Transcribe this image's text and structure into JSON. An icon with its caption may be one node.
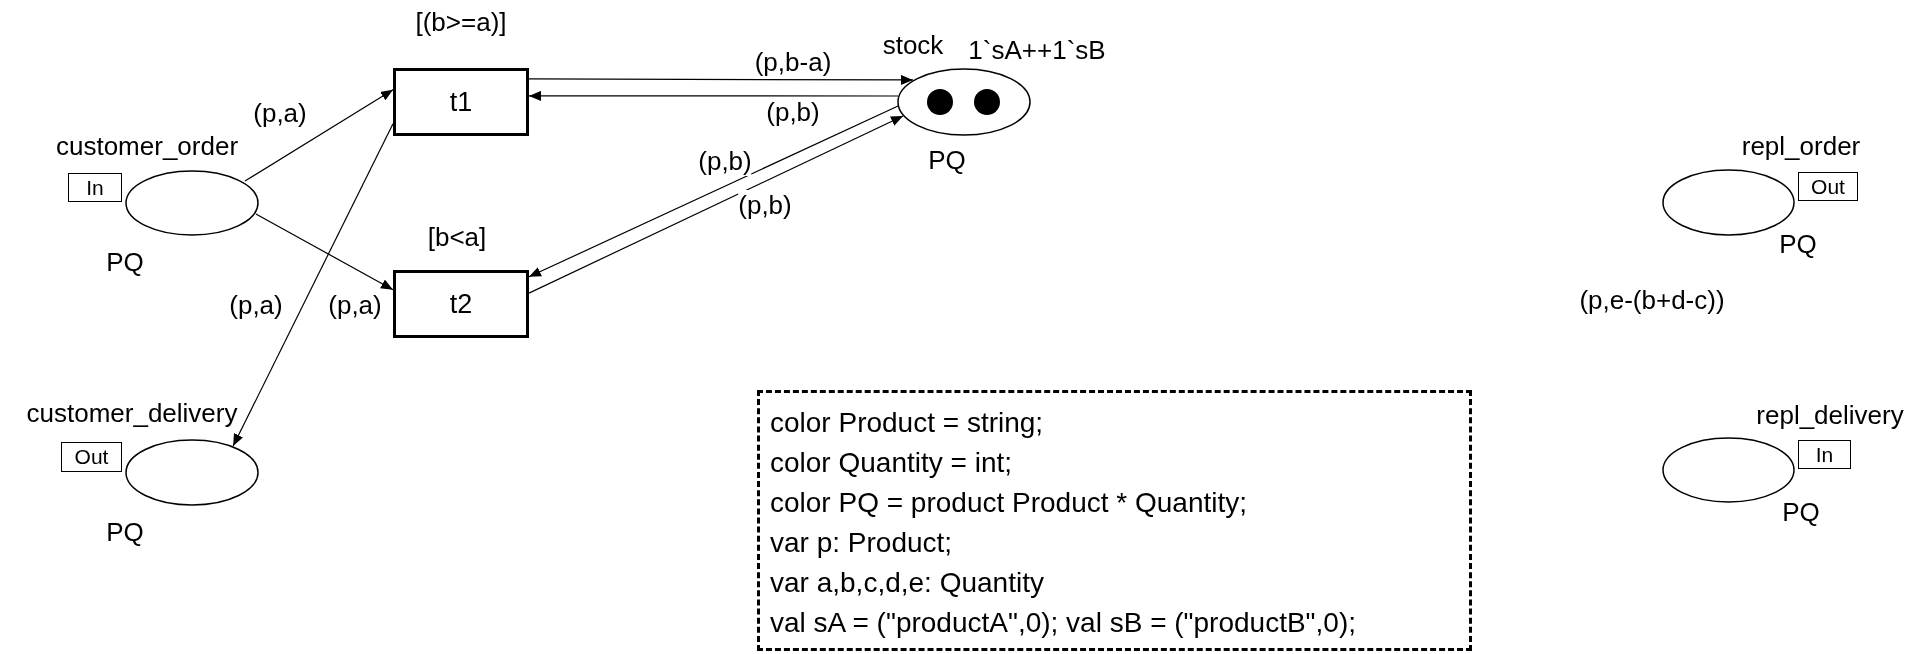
{
  "diagram": {
    "nodes": [
      {
        "text": [
          "t1"
        ],
        "beside": [
          "[(b>=a)]"
        ]
      },
      {
        "text": [
          "stock"
        ],
        "beside": [
          "1`sA++1`sB",
          "PQ"
        ]
      },
      {
        "text": [
          "customer_order"
        ],
        "beside": [
          "PQ"
        ]
      },
      {
        "text": [
          "In"
        ]
      },
      {
        "text": [
          "t2"
        ],
        "beside": [
          "[b<a]"
        ]
      },
      {
        "text": [
          "repl_order"
        ],
        "beside": [
          "PQ"
        ]
      },
      {
        "text": [
          "Out"
        ]
      },
      {
        "text": [
          "customer_delivery"
        ],
        "beside": [
          "PQ"
        ]
      },
      {
        "text": [
          "Out"
        ]
      },
      {
        "text": [
          "color Product = string;",
          "color Quantity = int;",
          "color PQ = product Product * Quantity;",
          "var p: Product;",
          "var a,b,c,d,e: Quantity",
          "val sA = (\"productA\",0); val sB = (\"productB\",0);"
        ]
      },
      {
        "text": [
          "repl_delivery"
        ],
        "beside": [
          "PQ"
        ]
      },
      {
        "text": [
          "In"
        ]
      }
    ],
    "edges": [
      {
        "from": 2,
        "to": 0,
        "arrow": "to",
        "label": "(p,a)"
      },
      {
        "from": 2,
        "to": 4,
        "arrow": "to",
        "label": "(p,a)"
      },
      {
        "from": 0,
        "to": 7,
        "arrow": "to",
        "label": "(p,a)"
      },
      {
        "from": 0,
        "to": 1,
        "arrow": "to",
        "label": "(p,b-a)"
      },
      {
        "from": 1,
        "to": 0,
        "arrow": "to",
        "label": "(p,b)"
      },
      {
        "from": 1,
        "to": 4,
        "arrow": "to",
        "label": "(p,b)"
      },
      {
        "from": 4,
        "to": 1,
        "arrow": "to",
        "label": "(p,b)"
      }
    ],
    "labels": [
      "(p,e-(b+d-c))"
    ]
  }
}
